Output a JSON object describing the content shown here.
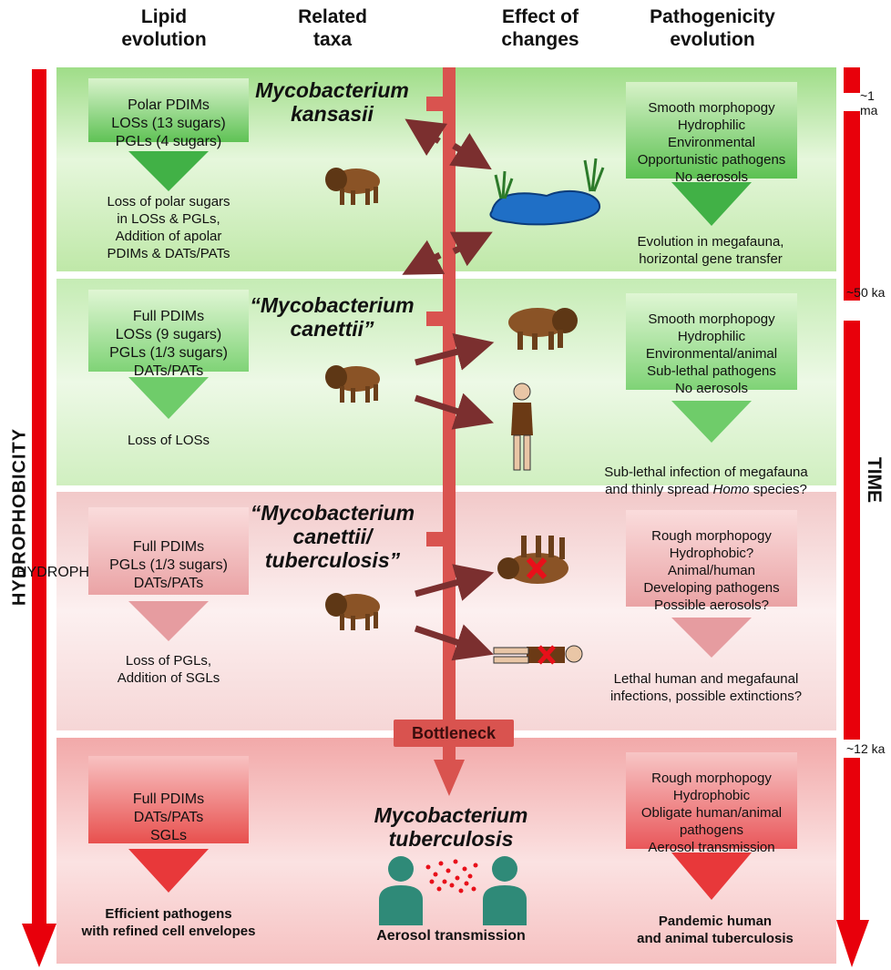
{
  "headers": {
    "lipid": "Lipid\nevolution",
    "taxa": "Related\ntaxa",
    "effect": "Effect of\nchanges",
    "path": "Pathogenicity\nevolution"
  },
  "side_labels": {
    "left": "HYDROPHOBICITY",
    "right": "TIME"
  },
  "time_marks": [
    "~1 ma",
    "~50 ka",
    "~12 ka"
  ],
  "bottleneck": "Bottleneck",
  "colors": {
    "central_bar": "#d9534f",
    "side_arrow": "#e8000b",
    "brown_arrow": "#7b2f2f"
  },
  "stages": [
    {
      "lipids": "Polar PDIMs\nLOSs (13 sugars)\nPGLs (4 sugars)",
      "lipid_change": "Loss of polar sugars\nin LOSs & PGLs,\nAddition of apolar\nPDIMs & DATs/PATs",
      "taxon": "Mycobacterium\nkansasii",
      "pathogenicity": "Smooth morphopogy\nHydrophilic\nEnvironmental\nOpportunistic pathogens\nNo aerosols",
      "outcome": "Evolution in megafauna,\nhorizontal gene transfer"
    },
    {
      "lipids": "Full PDIMs\nLOSs (9 sugars)\nPGLs (1/3 sugars)\nDATs/PATs",
      "lipid_change": "Loss of LOSs",
      "taxon": "“Mycobacterium\ncanettii”",
      "pathogenicity": "Smooth morphopogy\nHydrophilic\nEnvironmental/animal\nSub-lethal pathogens\nNo aerosols",
      "outcome_a": "Sub-lethal infection of megafauna",
      "outcome_b": "and thinly spread ",
      "outcome_c": "Homo",
      "outcome_d": " species?"
    },
    {
      "lipids": "Full PDIMs\nPGLs (1/3 sugars)\nDATs/PATs",
      "lipid_change": "Loss of PGLs,\nAddition of SGLs",
      "taxon": "“Mycobacterium\ncanettii/\ntuberculosis”",
      "pathogenicity": "Rough morphopogy\nHydrophobic?\nAnimal/human\nDeveloping pathogens\nPossible aerosols?",
      "outcome": "Lethal human and megafaunal\ninfections, possible extinctions?"
    },
    {
      "lipids": "Full PDIMs\nDATs/PATs\nSGLs",
      "lipid_change": "Efficient pathogens\nwith refined cell envelopes",
      "taxon": "Mycobacterium\ntuberculosis",
      "effect": "Aerosol transmission",
      "pathogenicity": "Rough morphopogy\nHydrophobic\nObligate human/animal\npathogens\nAerosol transmission",
      "outcome": "Pandemic human\nand animal tuberculosis"
    }
  ]
}
